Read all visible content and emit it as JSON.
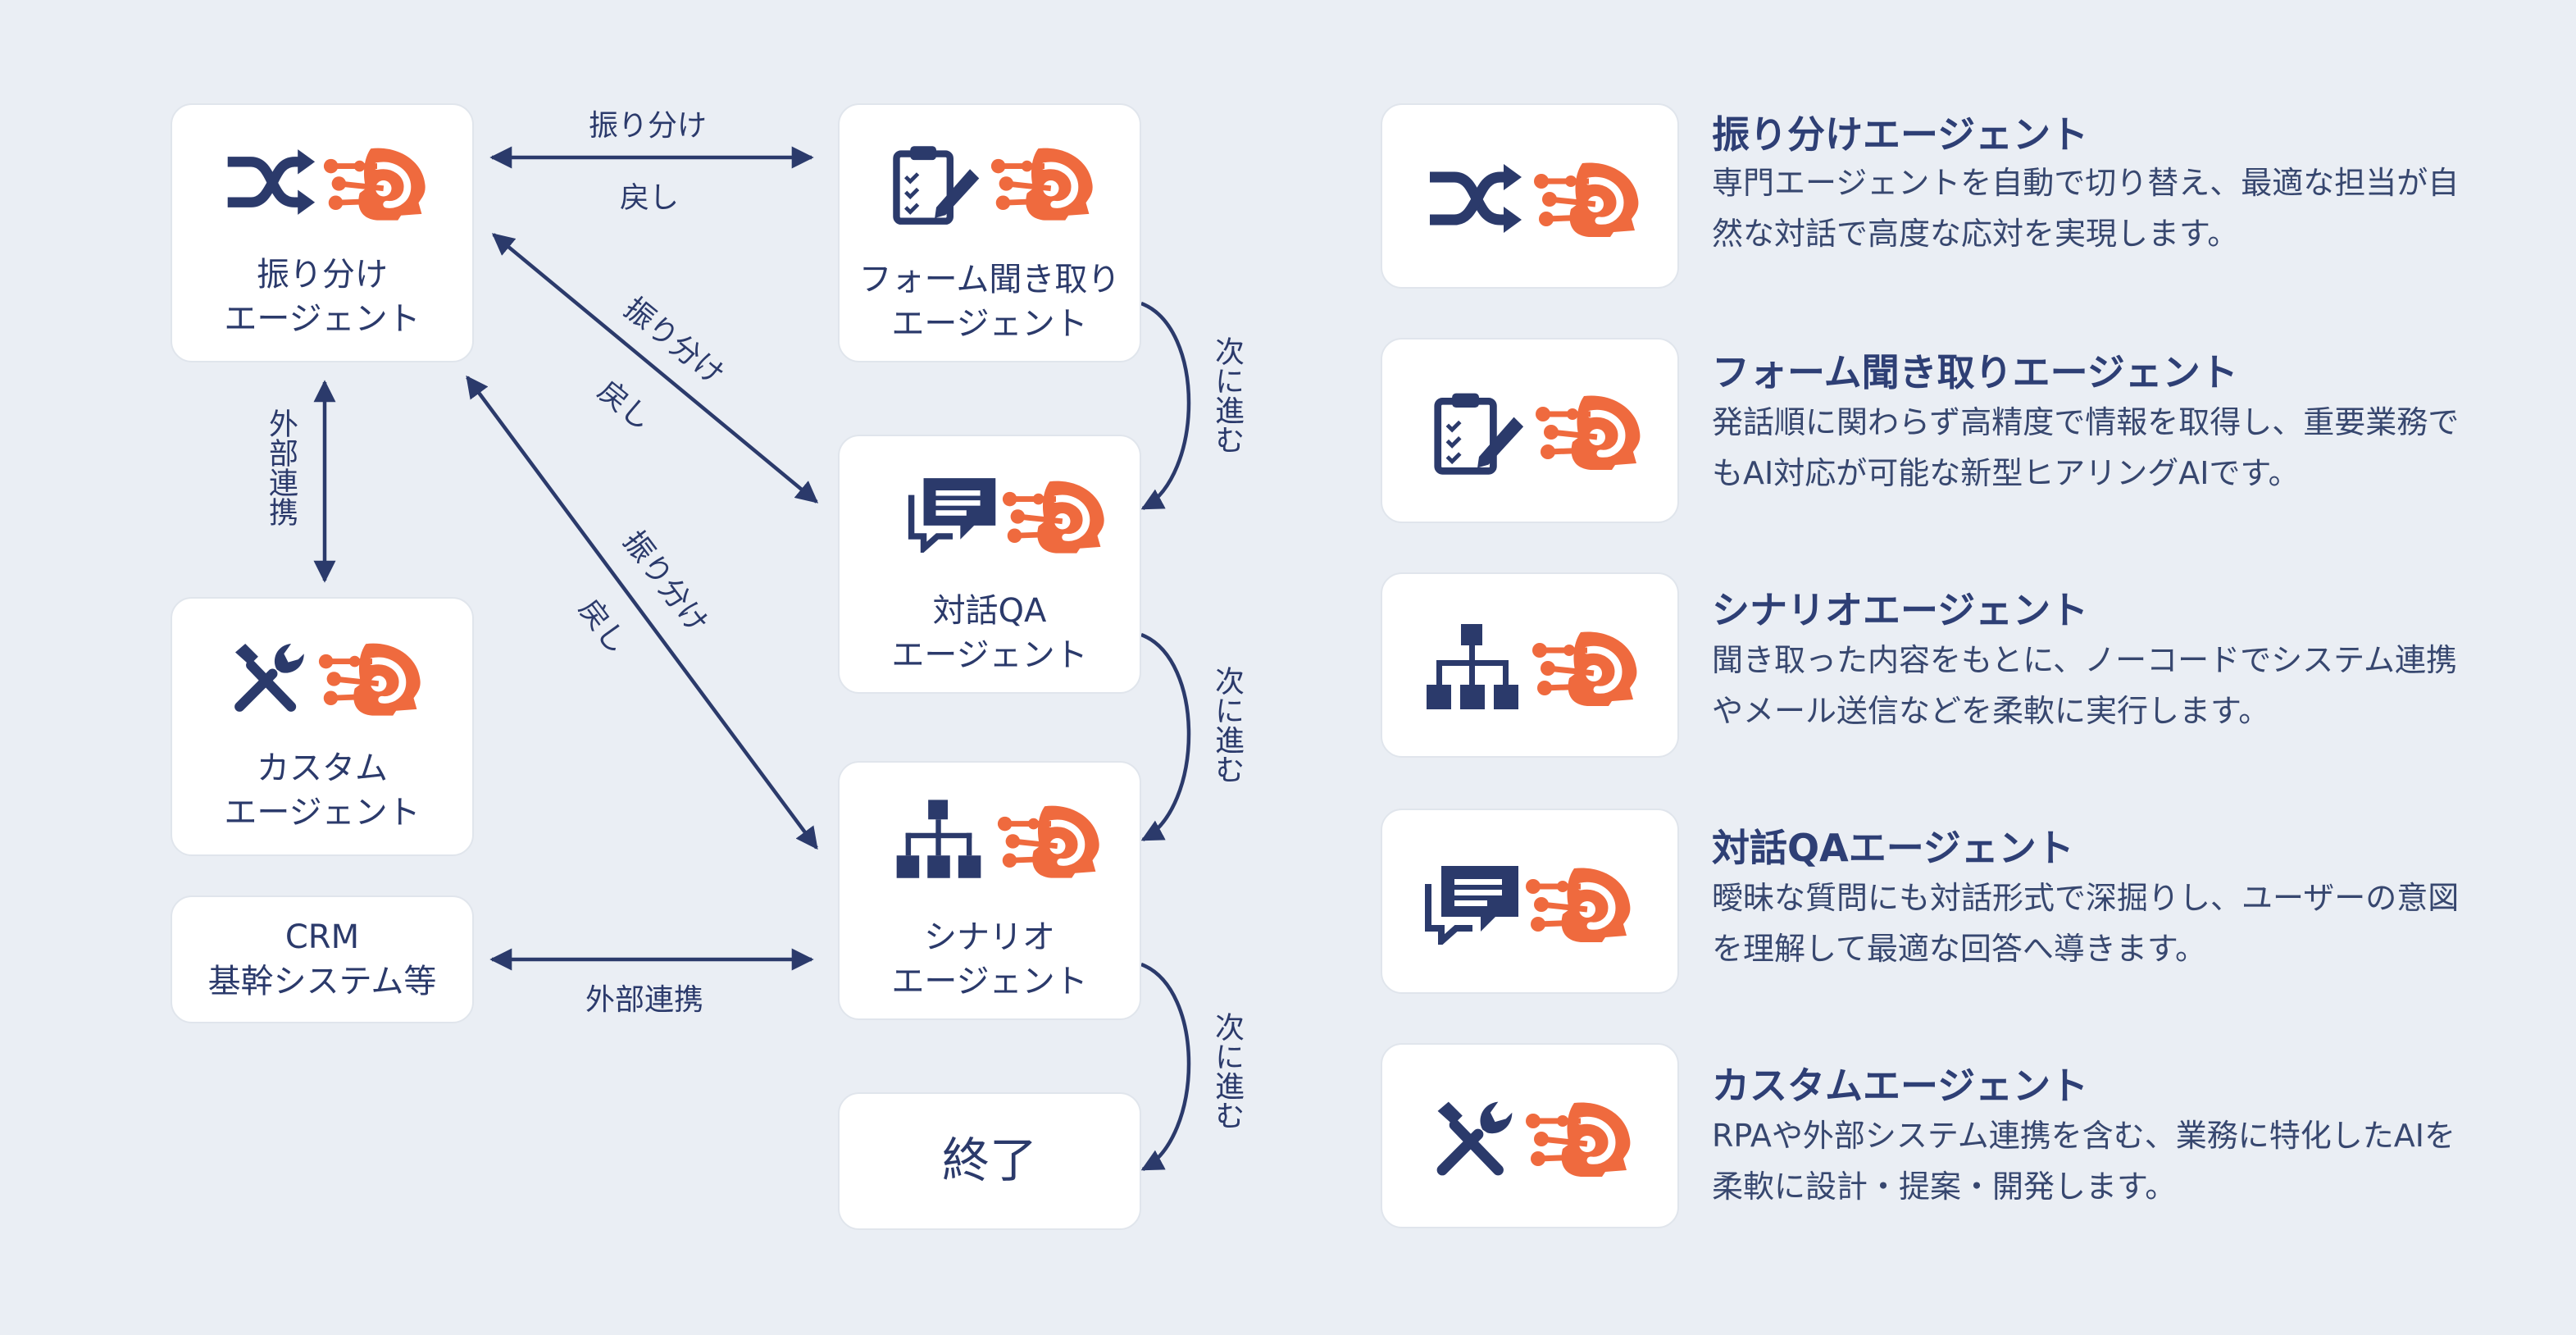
{
  "colors": {
    "navy": "#2b3a6b",
    "orange": "#ef6a3e",
    "card": "#ffffff",
    "bg": "#eaeef4"
  },
  "nodes": {
    "router": {
      "label": "振り分け\nエージェント",
      "icons": [
        "shuffle-icon",
        "ai-head-icon"
      ]
    },
    "form": {
      "label": "フォーム聞き取り\nエージェント",
      "icons": [
        "clipboard-icon",
        "ai-head-icon"
      ]
    },
    "qa": {
      "label": "対話QA\nエージェント",
      "icons": [
        "chat-icon",
        "ai-head-icon"
      ]
    },
    "scenario": {
      "label": "シナリオ\nエージェント",
      "icons": [
        "org-chart-icon",
        "ai-head-icon"
      ]
    },
    "custom": {
      "label": "カスタム\nエージェント",
      "icons": [
        "tools-icon",
        "ai-head-icon"
      ]
    },
    "crm": {
      "label": "CRM\n基幹システム等"
    },
    "end": {
      "label": "終了"
    }
  },
  "edges": {
    "router_form_top": "振り分け",
    "router_form_bottom": "戻し",
    "router_qa_top": "振り分け",
    "router_qa_bottom": "戻し",
    "router_scenario_top": "振り分け",
    "router_scenario_bottom": "戻し",
    "router_custom": "外部連携",
    "crm_scenario": "外部連携",
    "form_qa": "次に進む",
    "qa_scenario": "次に進む",
    "scenario_end": "次に進む"
  },
  "descriptions": [
    {
      "title": "振り分けエージェント",
      "body": "専門エージェントを自動で切り替え、最適な担当が自然な対話で高度な応対を実現します。",
      "icon": "shuffle-icon"
    },
    {
      "title": "フォーム聞き取りエージェント",
      "body": "発話順に関わらず高精度で情報を取得し、重要業務でもAI対応が可能な新型ヒアリングAIです。",
      "icon": "clipboard-icon"
    },
    {
      "title": "シナリオエージェント",
      "body": "聞き取った内容をもとに、ノーコードでシステム連携やメール送信などを柔軟に実行します。",
      "icon": "org-chart-icon"
    },
    {
      "title": "対話QAエージェント",
      "body": "曖昧な質問にも対話形式で深掘りし、ユーザーの意図を理解して最適な回答へ導きます。",
      "icon": "chat-icon"
    },
    {
      "title": "カスタムエージェント",
      "body": "RPAや外部システム連携を含む、業務に特化したAIを柔軟に設計・提案・開発します。",
      "icon": "tools-icon"
    }
  ]
}
